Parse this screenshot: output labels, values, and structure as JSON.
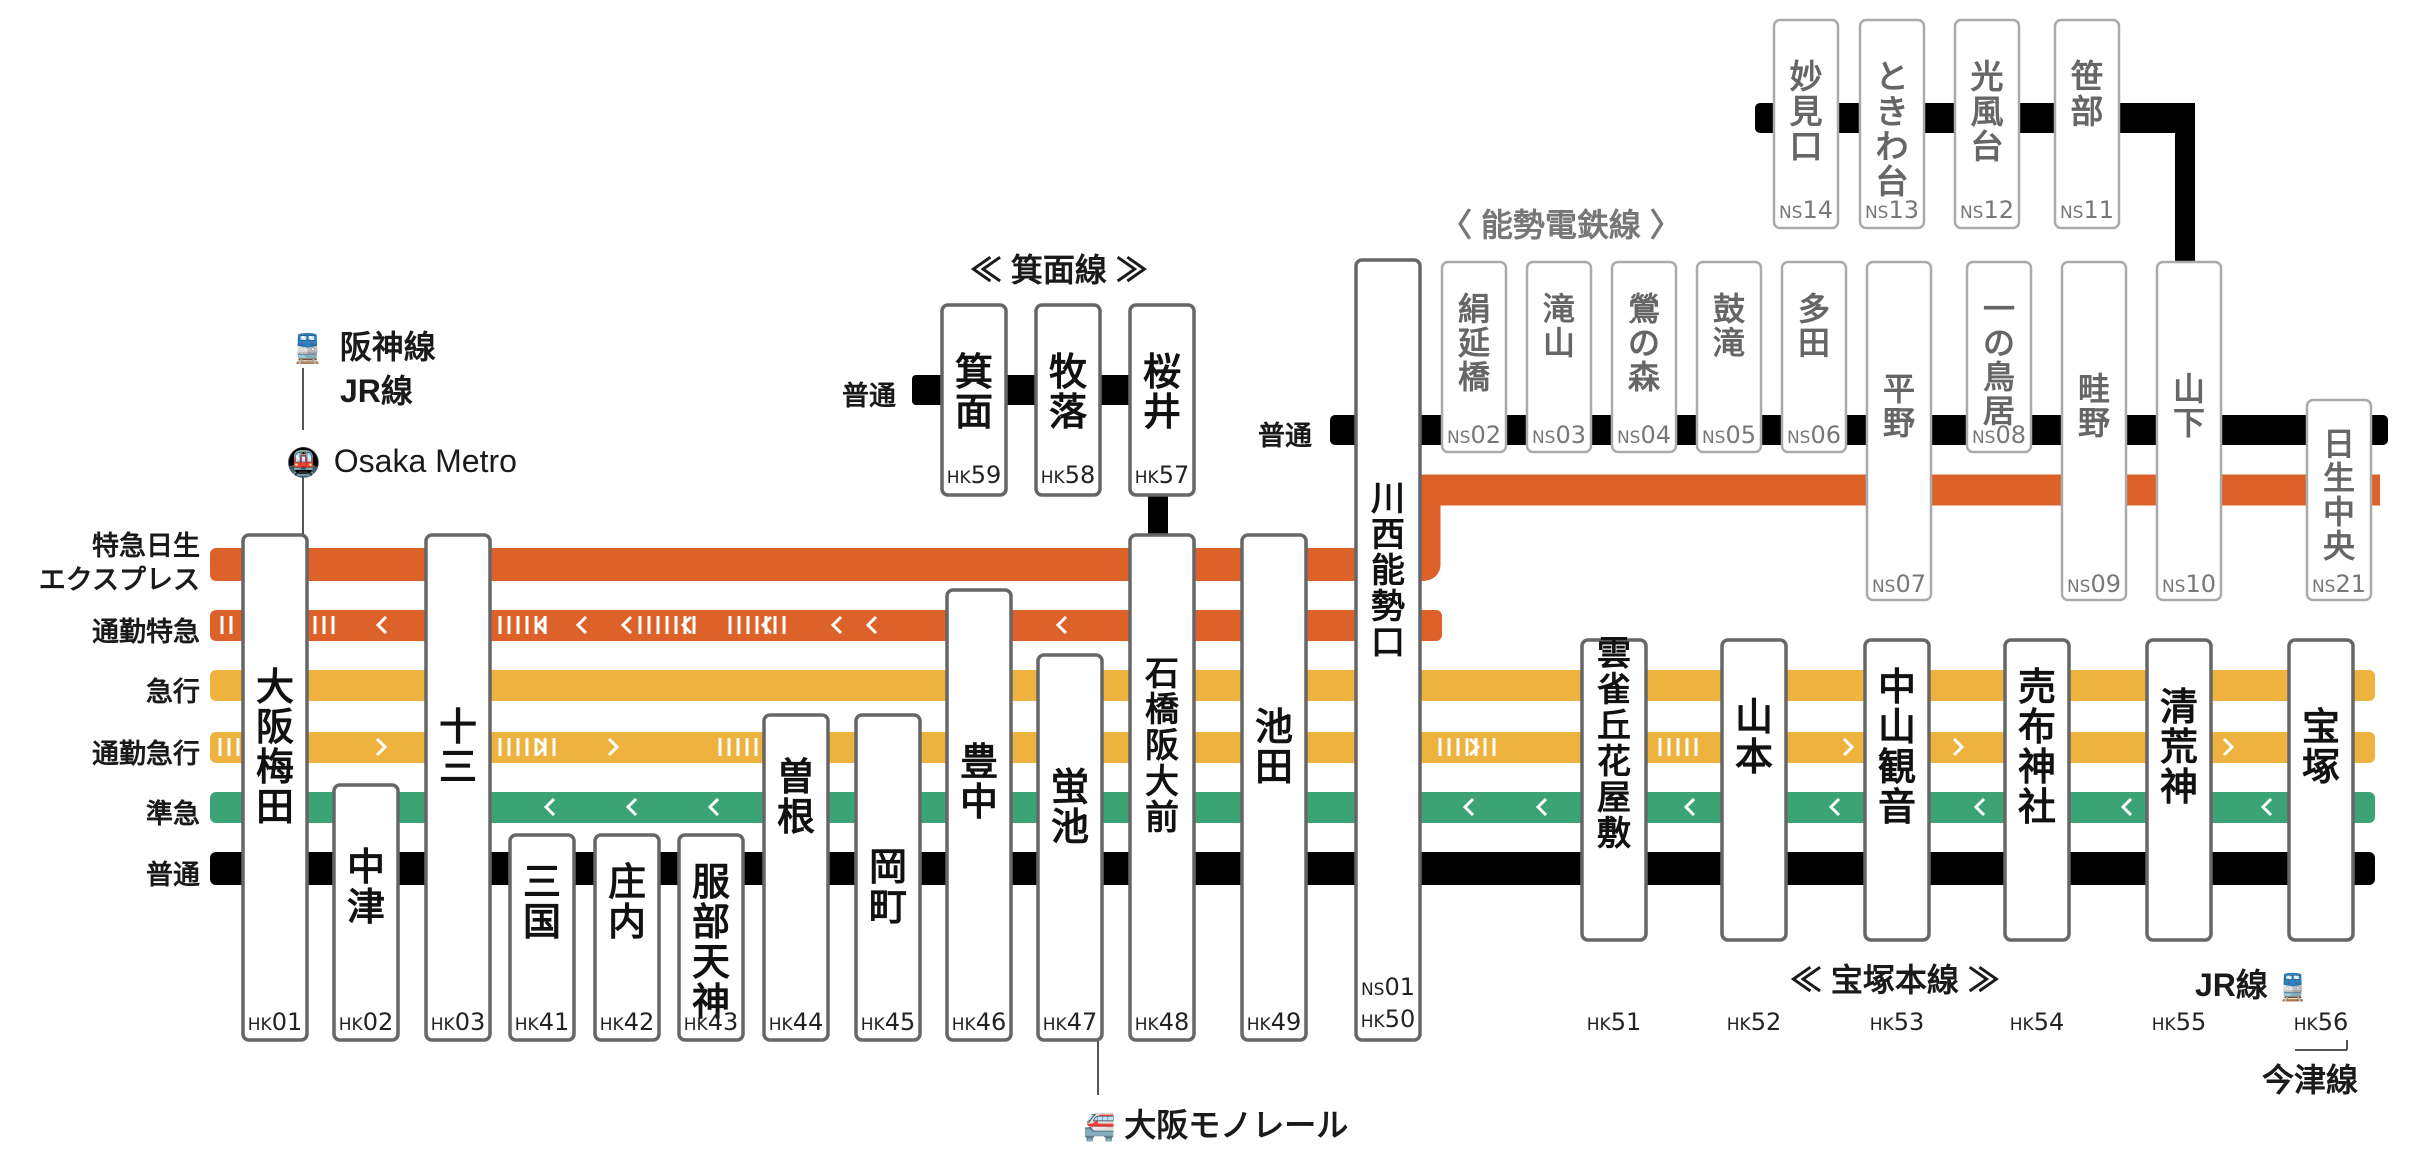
{
  "colors": {
    "limited_express": "#dd6229",
    "commuter_limited": "#dd6229",
    "express": "#eeb23f",
    "commuter_express": "#eeb23f",
    "semi_express": "#3ca374",
    "local": "#000000",
    "box_border": "#666666",
    "nose_box_border": "#aaaaaa"
  },
  "service_labels": {
    "limited_line1": "特急日生",
    "limited_line2": "エクスプレス",
    "commuter_limited": "通勤特急",
    "express": "急行",
    "commuter_express": "通勤急行",
    "semi_express": "準急",
    "local": "普通"
  },
  "minoo_line": {
    "title": "≪ 箕面線 ≫",
    "local_label": "普通",
    "stations": [
      {
        "name": "箕面",
        "code": "59"
      },
      {
        "name": "牧落",
        "code": "58"
      },
      {
        "name": "桜井",
        "code": "57"
      }
    ]
  },
  "nose_line": {
    "title": "〈 能勢電鉄線 〉",
    "local_label": "普通",
    "stations_upper": [
      {
        "name": "妙見口",
        "code": "14"
      },
      {
        "name": "ときわ台",
        "code": "13"
      },
      {
        "name": "光風台",
        "code": "12"
      },
      {
        "name": "笹部",
        "code": "11"
      }
    ],
    "stations_lower": [
      {
        "name": "絹延橋",
        "code": "02"
      },
      {
        "name": "滝山",
        "code": "03"
      },
      {
        "name": "鶯の森",
        "code": "04"
      },
      {
        "name": "鼓滝",
        "code": "05"
      },
      {
        "name": "多田",
        "code": "06"
      },
      {
        "name": "平野",
        "code": "07"
      },
      {
        "name": "一の鳥居",
        "code": "08"
      },
      {
        "name": "畦野",
        "code": "09"
      },
      {
        "name": "山下",
        "code": "10"
      },
      {
        "name": "日生中央",
        "code": "21"
      }
    ]
  },
  "takarazuka_line": {
    "title": "≪ 宝塚本線 ≫",
    "stations": [
      {
        "name": "大阪梅田",
        "code": "01"
      },
      {
        "name": "中津",
        "code": "02"
      },
      {
        "name": "十三",
        "code": "03"
      },
      {
        "name": "三国",
        "code": "41"
      },
      {
        "name": "庄内",
        "code": "42"
      },
      {
        "name": "服部天神",
        "code": "43"
      },
      {
        "name": "曽根",
        "code": "44"
      },
      {
        "name": "岡町",
        "code": "45"
      },
      {
        "name": "豊中",
        "code": "46"
      },
      {
        "name": "蛍池",
        "code": "47"
      },
      {
        "name": "石橋阪大前",
        "code": "48"
      },
      {
        "name": "池田",
        "code": "49"
      },
      {
        "name": "川西能勢口",
        "code": "50",
        "nose_code": "01"
      },
      {
        "name": "雲雀丘花屋敷",
        "code": "51"
      },
      {
        "name": "山本",
        "code": "52"
      },
      {
        "name": "中山観音",
        "code": "53"
      },
      {
        "name": "売布神社",
        "code": "54"
      },
      {
        "name": "清荒神",
        "code": "55"
      },
      {
        "name": "宝塚",
        "code": "56"
      }
    ]
  },
  "prefix": {
    "hk": "HK",
    "ns": "NS"
  },
  "transfers": {
    "hanshin": "阪神線",
    "jr_umeda": "JR線",
    "metro": "Osaka Metro",
    "monorail": "大阪モノレール",
    "jr_takarazuka": "JR線",
    "imazu": "今津線"
  },
  "icons": {
    "train": "train-icon",
    "subway": "subway-icon",
    "monorail": "monorail-icon"
  }
}
